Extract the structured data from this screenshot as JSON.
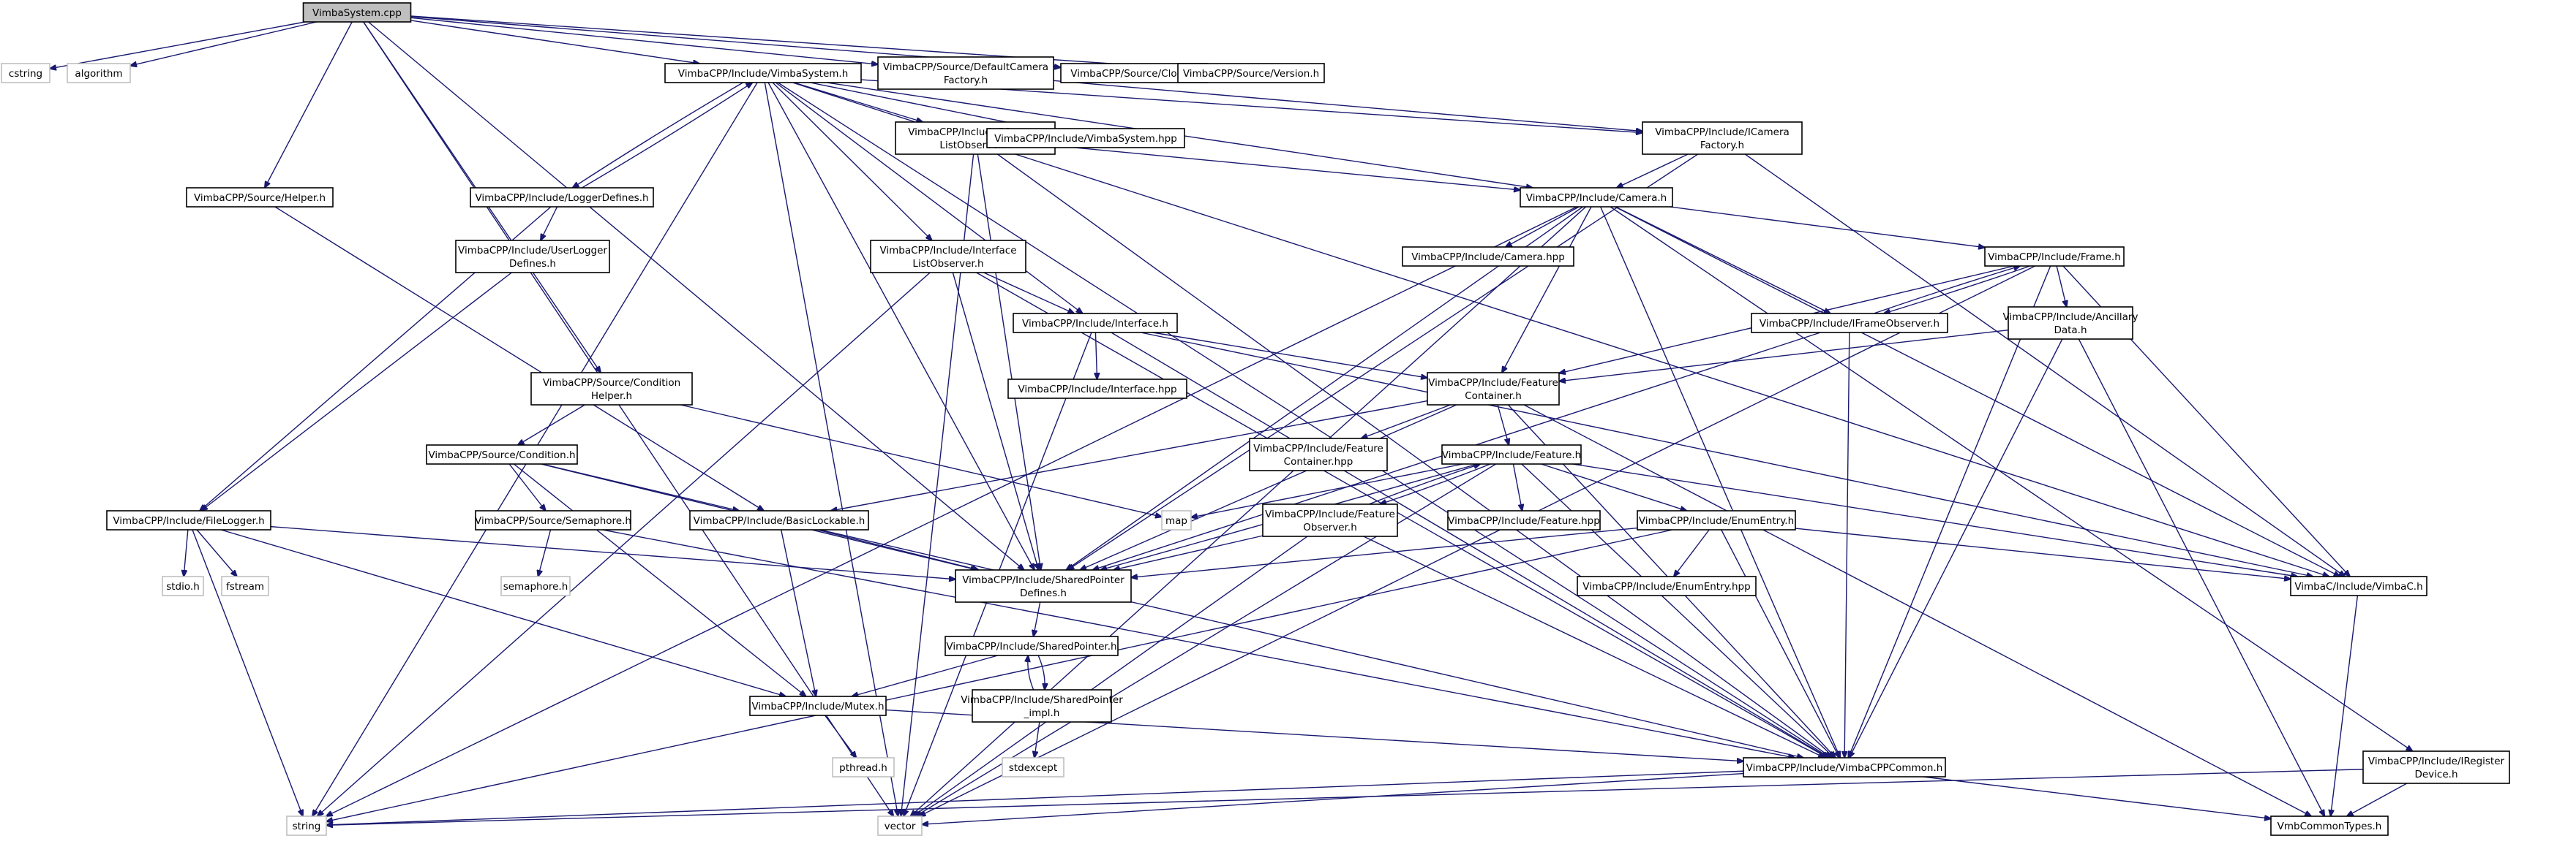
{
  "diagram": {
    "root_label": "VimbaSystem.cpp",
    "colors": {
      "edge": "#191970",
      "node_border": "#000000",
      "external_border": "#bfbfbf",
      "external_text": "#555555",
      "root_fill": "#bfbfbf",
      "node_fill": "#ffffff"
    },
    "nodes": [
      {
        "id": "root",
        "lines": [
          "VimbaSystem.cpp"
        ],
        "kind": "root"
      },
      {
        "id": "cstring",
        "lines": [
          "cstring"
        ],
        "kind": "external"
      },
      {
        "id": "algorithm",
        "lines": [
          "algorithm"
        ],
        "kind": "external"
      },
      {
        "id": "vsys",
        "lines": [
          "VimbaCPP/Include/VimbaSystem.h"
        ],
        "kind": "file"
      },
      {
        "id": "dcf",
        "lines": [
          "VimbaCPP/Source/DefaultCamera",
          "Factory.h"
        ],
        "kind": "file"
      },
      {
        "id": "clock",
        "lines": [
          "VimbaCPP/Source/Clock.h"
        ],
        "kind": "file"
      },
      {
        "id": "version",
        "lines": [
          "VimbaCPP/Source/Version.h"
        ],
        "kind": "file"
      },
      {
        "id": "iclo",
        "lines": [
          "VimbaCPP/Include/ICamera",
          "ListObserver.h"
        ],
        "kind": "file"
      },
      {
        "id": "vsyshpp",
        "lines": [
          "VimbaCPP/Include/VimbaSystem.hpp"
        ],
        "kind": "file"
      },
      {
        "id": "icf",
        "lines": [
          "VimbaCPP/Include/ICamera",
          "Factory.h"
        ],
        "kind": "file"
      },
      {
        "id": "helper",
        "lines": [
          "VimbaCPP/Source/Helper.h"
        ],
        "kind": "file"
      },
      {
        "id": "logdef",
        "lines": [
          "VimbaCPP/Include/LoggerDefines.h"
        ],
        "kind": "file"
      },
      {
        "id": "camera",
        "lines": [
          "VimbaCPP/Include/Camera.h"
        ],
        "kind": "file"
      },
      {
        "id": "userlog",
        "lines": [
          "VimbaCPP/Include/UserLogger",
          "Defines.h"
        ],
        "kind": "file"
      },
      {
        "id": "cameracpp",
        "lines": [
          "VimbaCPP/Include/Camera.hpp"
        ],
        "kind": "file"
      },
      {
        "id": "ilo",
        "lines": [
          "VimbaCPP/Include/Interface",
          "ListObserver.h"
        ],
        "kind": "file"
      },
      {
        "id": "frame",
        "lines": [
          "VimbaCPP/Include/Frame.h"
        ],
        "kind": "file"
      },
      {
        "id": "ancil",
        "lines": [
          "VimbaCPP/Include/Ancillary",
          "Data.h"
        ],
        "kind": "file"
      },
      {
        "id": "iface",
        "lines": [
          "VimbaCPP/Include/Interface.h"
        ],
        "kind": "file"
      },
      {
        "id": "ifo",
        "lines": [
          "VimbaCPP/Include/IFrameObserver.h"
        ],
        "kind": "file"
      },
      {
        "id": "condhelper",
        "lines": [
          "VimbaCPP/Source/Condition",
          "Helper.h"
        ],
        "kind": "file"
      },
      {
        "id": "ifacehpp",
        "lines": [
          "VimbaCPP/Include/Interface.hpp"
        ],
        "kind": "file"
      },
      {
        "id": "fcont",
        "lines": [
          "VimbaCPP/Include/Feature",
          "Container.h"
        ],
        "kind": "file"
      },
      {
        "id": "fconthpp",
        "lines": [
          "VimbaCPP/Include/Feature",
          "Container.hpp"
        ],
        "kind": "file"
      },
      {
        "id": "cond",
        "lines": [
          "VimbaCPP/Source/Condition.h"
        ],
        "kind": "file"
      },
      {
        "id": "feature",
        "lines": [
          "VimbaCPP/Include/Feature.h"
        ],
        "kind": "file"
      },
      {
        "id": "filelog",
        "lines": [
          "VimbaCPP/Include/FileLogger.h"
        ],
        "kind": "file"
      },
      {
        "id": "sema",
        "lines": [
          "VimbaCPP/Source/Semaphore.h"
        ],
        "kind": "file"
      },
      {
        "id": "basiclock",
        "lines": [
          "VimbaCPP/Include/BasicLockable.h"
        ],
        "kind": "file"
      },
      {
        "id": "map",
        "lines": [
          "map"
        ],
        "kind": "external"
      },
      {
        "id": "fobs",
        "lines": [
          "VimbaCPP/Include/Feature",
          "Observer.h"
        ],
        "kind": "file"
      },
      {
        "id": "featurehpp",
        "lines": [
          "VimbaCPP/Include/Feature.hpp"
        ],
        "kind": "file"
      },
      {
        "id": "enumentry",
        "lines": [
          "VimbaCPP/Include/EnumEntry.h"
        ],
        "kind": "file"
      },
      {
        "id": "stdio",
        "lines": [
          "stdio.h"
        ],
        "kind": "external"
      },
      {
        "id": "fstream",
        "lines": [
          "fstream"
        ],
        "kind": "external"
      },
      {
        "id": "semaph",
        "lines": [
          "semaphore.h"
        ],
        "kind": "external"
      },
      {
        "id": "spdef",
        "lines": [
          "VimbaCPP/Include/SharedPointer",
          "Defines.h"
        ],
        "kind": "file"
      },
      {
        "id": "enumhpp",
        "lines": [
          "VimbaCPP/Include/EnumEntry.hpp"
        ],
        "kind": "file"
      },
      {
        "id": "vimbac",
        "lines": [
          "VimbaC/Include/VimbaC.h"
        ],
        "kind": "file"
      },
      {
        "id": "sp",
        "lines": [
          "VimbaCPP/Include/SharedPointer.h"
        ],
        "kind": "file"
      },
      {
        "id": "mutex",
        "lines": [
          "VimbaCPP/Include/Mutex.h"
        ],
        "kind": "file"
      },
      {
        "id": "spimpl",
        "lines": [
          "VimbaCPP/Include/SharedPointer",
          "_impl.h"
        ],
        "kind": "file"
      },
      {
        "id": "pthread",
        "lines": [
          "pthread.h"
        ],
        "kind": "external"
      },
      {
        "id": "stdexcept",
        "lines": [
          "stdexcept"
        ],
        "kind": "external"
      },
      {
        "id": "vcommon",
        "lines": [
          "VimbaCPP/Include/VimbaCPPCommon.h"
        ],
        "kind": "file"
      },
      {
        "id": "iregdev",
        "lines": [
          "VimbaCPP/Include/IRegister",
          "Device.h"
        ],
        "kind": "file"
      },
      {
        "id": "string",
        "lines": [
          "string"
        ],
        "kind": "external"
      },
      {
        "id": "vector",
        "lines": [
          "vector"
        ],
        "kind": "external"
      },
      {
        "id": "vmbtypes",
        "lines": [
          "VmbCommonTypes.h"
        ],
        "kind": "file"
      }
    ],
    "edges": [
      [
        "root",
        "cstring"
      ],
      [
        "root",
        "algorithm"
      ],
      [
        "root",
        "vsys"
      ],
      [
        "root",
        "dcf"
      ],
      [
        "root",
        "clock"
      ],
      [
        "root",
        "version"
      ],
      [
        "root",
        "helper"
      ],
      [
        "root",
        "condhelper"
      ],
      [
        "root",
        "spdef"
      ],
      [
        "root",
        "vector"
      ],
      [
        "vsys",
        "string"
      ],
      [
        "vsys",
        "vector"
      ],
      [
        "vsys",
        "iclo"
      ],
      [
        "vsys",
        "vsyshpp"
      ],
      [
        "vsys",
        "icf"
      ],
      [
        "vsys",
        "logdef"
      ],
      [
        "vsys",
        "camera"
      ],
      [
        "vsys",
        "ilo"
      ],
      [
        "vsys",
        "iface"
      ],
      [
        "vsys",
        "spdef"
      ],
      [
        "vsys",
        "vimbac"
      ],
      [
        "vsys",
        "vcommon"
      ],
      [
        "dcf",
        "icf"
      ],
      [
        "iclo",
        "camera"
      ],
      [
        "iclo",
        "spdef"
      ],
      [
        "iclo",
        "vector"
      ],
      [
        "iclo",
        "vcommon"
      ],
      [
        "icf",
        "camera"
      ],
      [
        "icf",
        "spdef"
      ],
      [
        "icf",
        "vimbac"
      ],
      [
        "logdef",
        "vsys"
      ],
      [
        "logdef",
        "userlog"
      ],
      [
        "logdef",
        "filelog"
      ],
      [
        "userlog",
        "filelog"
      ],
      [
        "helper",
        "basiclock"
      ],
      [
        "camera",
        "string"
      ],
      [
        "camera",
        "cameracpp"
      ],
      [
        "camera",
        "frame"
      ],
      [
        "camera",
        "ifo"
      ],
      [
        "camera",
        "fcont"
      ],
      [
        "camera",
        "spdef"
      ],
      [
        "camera",
        "vimbac"
      ],
      [
        "camera",
        "vector"
      ],
      [
        "camera",
        "vcommon"
      ],
      [
        "camera",
        "iregdev"
      ],
      [
        "ilo",
        "iface"
      ],
      [
        "ilo",
        "spdef"
      ],
      [
        "ilo",
        "vcommon"
      ],
      [
        "ilo",
        "string"
      ],
      [
        "frame",
        "ancil"
      ],
      [
        "frame",
        "ifo"
      ],
      [
        "frame",
        "vimbac"
      ],
      [
        "frame",
        "vcommon"
      ],
      [
        "frame",
        "vector"
      ],
      [
        "frame",
        "fcont"
      ],
      [
        "ancil",
        "fcont"
      ],
      [
        "ancil",
        "vcommon"
      ],
      [
        "ancil",
        "vmbtypes"
      ],
      [
        "ifo",
        "frame"
      ],
      [
        "ifo",
        "spdef"
      ],
      [
        "ifo",
        "vcommon"
      ],
      [
        "iface",
        "ifacehpp"
      ],
      [
        "iface",
        "fcont"
      ],
      [
        "iface",
        "vimbac"
      ],
      [
        "iface",
        "vcommon"
      ],
      [
        "iface",
        "vector"
      ],
      [
        "condhelper",
        "cond"
      ],
      [
        "condhelper",
        "map"
      ],
      [
        "fcont",
        "fconthpp"
      ],
      [
        "fcont",
        "feature"
      ],
      [
        "fcont",
        "basiclock"
      ],
      [
        "fcont",
        "spdef"
      ],
      [
        "fcont",
        "vcommon"
      ],
      [
        "fcont",
        "vmbtypes"
      ],
      [
        "cond",
        "sema"
      ],
      [
        "cond",
        "basiclock"
      ],
      [
        "cond",
        "mutex"
      ],
      [
        "cond",
        "spdef"
      ],
      [
        "feature",
        "map"
      ],
      [
        "feature",
        "featurehpp"
      ],
      [
        "feature",
        "fobs"
      ],
      [
        "feature",
        "enumentry"
      ],
      [
        "feature",
        "vector"
      ],
      [
        "feature",
        "spdef"
      ],
      [
        "feature",
        "vcommon"
      ],
      [
        "feature",
        "vimbac"
      ],
      [
        "fobs",
        "feature"
      ],
      [
        "fobs",
        "spdef"
      ],
      [
        "fobs",
        "vcommon"
      ],
      [
        "fobs",
        "vector"
      ],
      [
        "enumentry",
        "enumhpp"
      ],
      [
        "enumentry",
        "spdef"
      ],
      [
        "enumentry",
        "vimbac"
      ],
      [
        "enumentry",
        "vcommon"
      ],
      [
        "enumentry",
        "string"
      ],
      [
        "filelog",
        "stdio"
      ],
      [
        "filelog",
        "fstream"
      ],
      [
        "filelog",
        "string"
      ],
      [
        "filelog",
        "mutex"
      ],
      [
        "filelog",
        "spdef"
      ],
      [
        "sema",
        "semaph"
      ],
      [
        "sema",
        "vcommon"
      ],
      [
        "basiclock",
        "spdef"
      ],
      [
        "basiclock",
        "mutex"
      ],
      [
        "basiclock",
        "vcommon"
      ],
      [
        "spdef",
        "sp"
      ],
      [
        "sp",
        "mutex"
      ],
      [
        "sp",
        "spimpl"
      ],
      [
        "spimpl",
        "sp"
      ],
      [
        "spimpl",
        "stdexcept"
      ],
      [
        "mutex",
        "pthread"
      ],
      [
        "mutex",
        "vcommon"
      ],
      [
        "vimbac",
        "vmbtypes"
      ],
      [
        "vcommon",
        "string"
      ],
      [
        "vcommon",
        "vector"
      ],
      [
        "vcommon",
        "vmbtypes"
      ],
      [
        "iregdev",
        "vmbtypes"
      ],
      [
        "iregdev",
        "string"
      ]
    ]
  }
}
